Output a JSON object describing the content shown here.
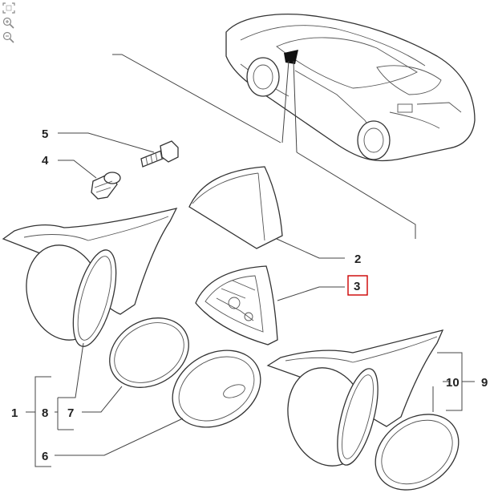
{
  "toolbar": {
    "icons": [
      "fit-to-window-icon",
      "zoom-in-icon",
      "zoom-out-icon"
    ]
  },
  "callouts": [
    {
      "id": "1",
      "text": "1"
    },
    {
      "id": "2",
      "text": "2"
    },
    {
      "id": "3",
      "text": "3",
      "highlighted": true
    },
    {
      "id": "4",
      "text": "4"
    },
    {
      "id": "5",
      "text": "5"
    },
    {
      "id": "6",
      "text": "6"
    },
    {
      "id": "7",
      "text": "7"
    },
    {
      "id": "8",
      "text": "8"
    },
    {
      "id": "9",
      "text": "9"
    },
    {
      "id": "10",
      "text": "10"
    }
  ],
  "colors": {
    "highlight": "#cc0000",
    "line": "#333333"
  }
}
